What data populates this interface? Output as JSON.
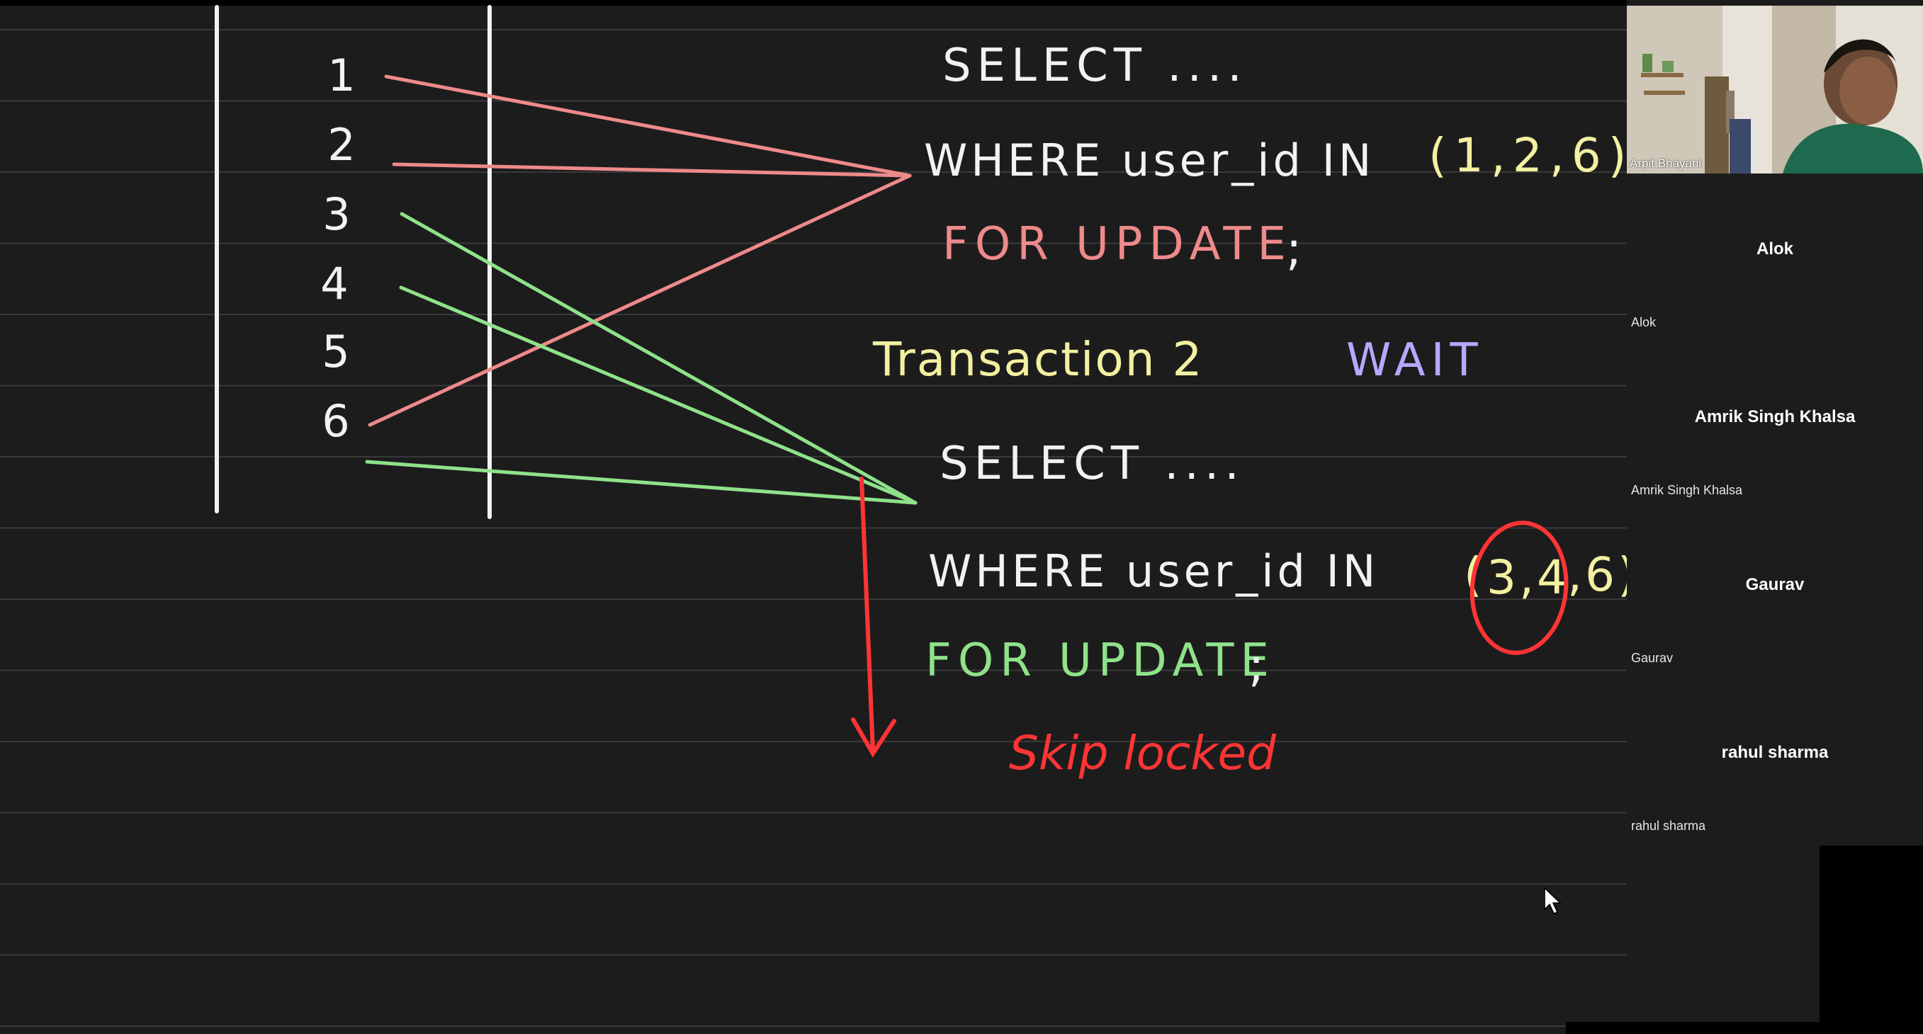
{
  "board": {
    "row_numbers": [
      "1",
      "2",
      "3",
      "4",
      "5",
      "6"
    ],
    "t1": {
      "select": "SELECT ....",
      "where": "WHERE user_id IN",
      "ids": "(1,2,6)",
      "for_update": "FOR UPDATE",
      "semi": ";"
    },
    "t2_label": "Transaction 2",
    "wait": "WAIT",
    "t2": {
      "select": "SELECT ....",
      "where": "WHERE user_id IN",
      "ids_open": "(",
      "ids_circled": "3,4",
      "ids_rest": ",6)",
      "for_update": "FOR UPDATE",
      "semi": ";"
    },
    "skip_locked": "Skip locked"
  },
  "colors": {
    "board_bg": "#1d1c1d",
    "rule_line": "#3a393a",
    "chalk_white": "#f2f2f2",
    "chalk_yellow": "#f3f0a0",
    "chalk_pink": "#ee8a8a",
    "chalk_green": "#8fe28a",
    "chalk_purple": "#b7a8ff",
    "chalk_red": "#ff3535"
  },
  "participants": {
    "presenter": {
      "name": "Arpit Bhayani"
    },
    "tiles": [
      {
        "display": "Alok",
        "label": "Alok"
      },
      {
        "display": "Amrik Singh Khalsa",
        "label": "Amrik Singh Khalsa"
      },
      {
        "display": "Gaurav",
        "label": "Gaurav"
      },
      {
        "display": "rahul sharma",
        "label": "rahul sharma"
      }
    ]
  }
}
